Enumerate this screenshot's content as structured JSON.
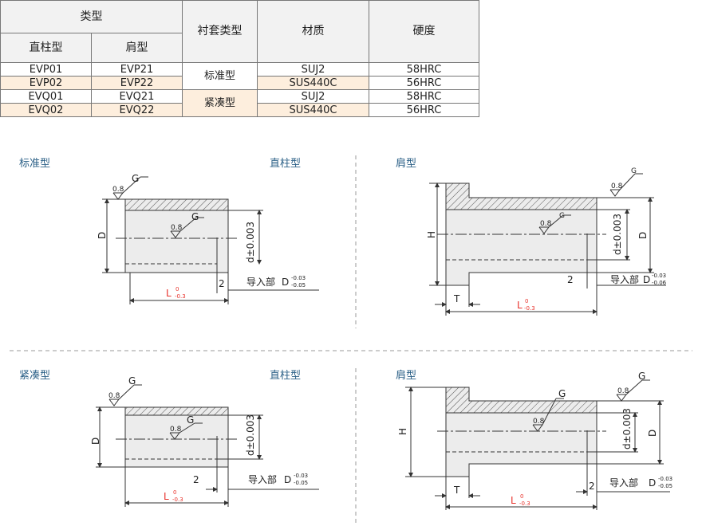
{
  "table": {
    "headers": {
      "type": "类型",
      "straight": "直柱型",
      "shoulder": "肩型",
      "bushing": "衬套类型",
      "material": "材质",
      "hardness": "硬度"
    },
    "rows": [
      {
        "straight": "EVP01",
        "shoulder": "EVP21",
        "bushing": "标准型",
        "material": "SUJ2",
        "hardness": "58HRC"
      },
      {
        "straight": "EVP02",
        "shoulder": "EVP22",
        "bushing": "",
        "material": "SUS440C",
        "hardness": "56HRC"
      },
      {
        "straight": "EVQ01",
        "shoulder": "EVQ21",
        "bushing": "紧凑型",
        "material": "SUJ2",
        "hardness": "58HRC"
      },
      {
        "straight": "EVQ02",
        "shoulder": "EVQ22",
        "bushing": "",
        "material": "SUS440C",
        "hardness": "56HRC"
      }
    ]
  },
  "sections": {
    "standard": "标准型",
    "compact": "紧凑型",
    "straight": "直柱型",
    "shoulder": "肩型"
  },
  "dims": {
    "g": "G",
    "roughness": "0.8",
    "d": "D",
    "h": "H",
    "t": "T",
    "two": "2",
    "l": "L",
    "l_up": "0",
    "l_lo": "-0.3",
    "dtol": "d±0.003",
    "lead": "导入部",
    "lead_d": "D",
    "lead_up": "-0.03",
    "lead_lo": "-0.05",
    "lead_lo2": "-0.06"
  },
  "colors": {
    "accent": "#2a5f86",
    "shade": "#fdeedd",
    "red": "#e8322b"
  }
}
